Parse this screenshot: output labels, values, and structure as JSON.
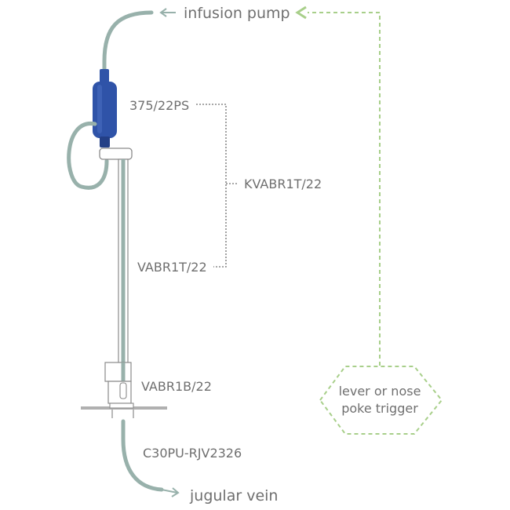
{
  "labels": {
    "infusion_pump": "infusion pump",
    "swivel": "375/22PS",
    "kit": "KVABR1T/22",
    "tether": "VABR1T/22",
    "button": "VABR1B/22",
    "catheter": "C30PU-RJV2326",
    "jugular_vein": "jugular vein",
    "trigger_line1": "lever or nose",
    "trigger_line2": "poke trigger"
  },
  "colors": {
    "tubing": "#98b1ab",
    "swivel_body": "#2f53a8",
    "swivel_dark": "#233f86",
    "label_text": "#6f6f6f",
    "bracket": "#8a8a8a",
    "trigger": "#a8cf8a"
  },
  "icons": {
    "arrow_to_pump": "arrow-left-icon",
    "arrow_to_vein": "arrow-right-icon",
    "trigger_arrow": "arrow-left-icon"
  }
}
